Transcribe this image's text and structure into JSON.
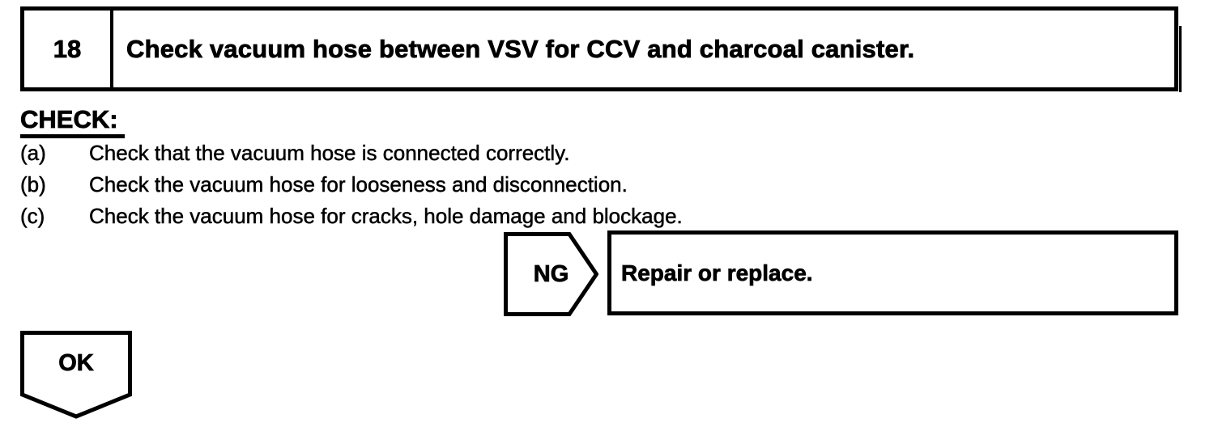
{
  "page": {
    "ink_color": "#000000",
    "paper_color": "#ffffff"
  },
  "step": {
    "number": "18",
    "title": "Check vacuum hose between VSV for CCV and charcoal canister."
  },
  "check": {
    "heading": "CHECK:",
    "items": [
      {
        "label": "(a)",
        "text": "Check that the vacuum hose is connected correctly."
      },
      {
        "label": "(b)",
        "text": "Check the vacuum hose for looseness and disconnection."
      },
      {
        "label": "(c)",
        "text": "Check the vacuum hose for cracks, hole damage and blockage."
      }
    ]
  },
  "flow": {
    "ng": {
      "label": "NG",
      "action": "Repair or replace."
    },
    "ok": {
      "label": "OK"
    }
  }
}
